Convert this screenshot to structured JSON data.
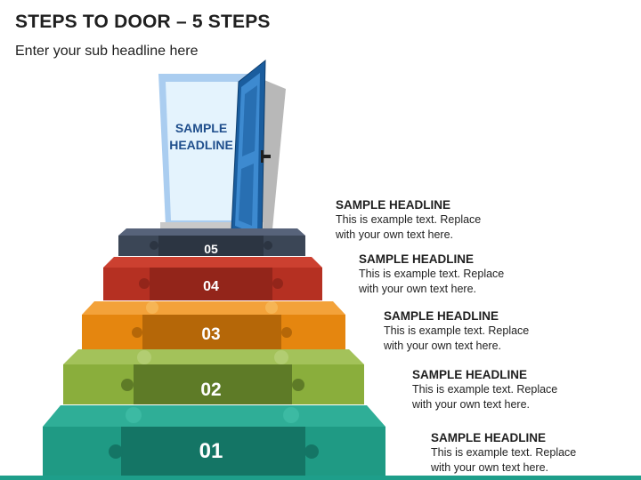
{
  "title": "STEPS TO DOOR – 5 STEPS",
  "subtitle": "Enter your sub headline here",
  "door": {
    "line1": "SAMPLE",
    "line2": "HEADLINE"
  },
  "steps": [
    {
      "number": "01",
      "headline": "SAMPLE HEADLINE",
      "text1": "This is example text. Replace",
      "text2": "with your own text here.",
      "color": "#1f9a84"
    },
    {
      "number": "02",
      "headline": "SAMPLE HEADLINE",
      "text1": "This is example text. Replace",
      "text2": "with your own text here.",
      "color": "#8aae3c"
    },
    {
      "number": "03",
      "headline": "SAMPLE HEADLINE",
      "text1": "This is example text. Replace",
      "text2": "with your own text here.",
      "color": "#e5860f"
    },
    {
      "number": "04",
      "headline": "SAMPLE HEADLINE",
      "text1": "This is example text. Replace",
      "text2": "with your own text here.",
      "color": "#b53022"
    },
    {
      "number": "05",
      "headline": "SAMPLE HEADLINE",
      "text1": "This is example text. Replace",
      "text2": "with your own text here.",
      "color": "#3b4656"
    }
  ]
}
